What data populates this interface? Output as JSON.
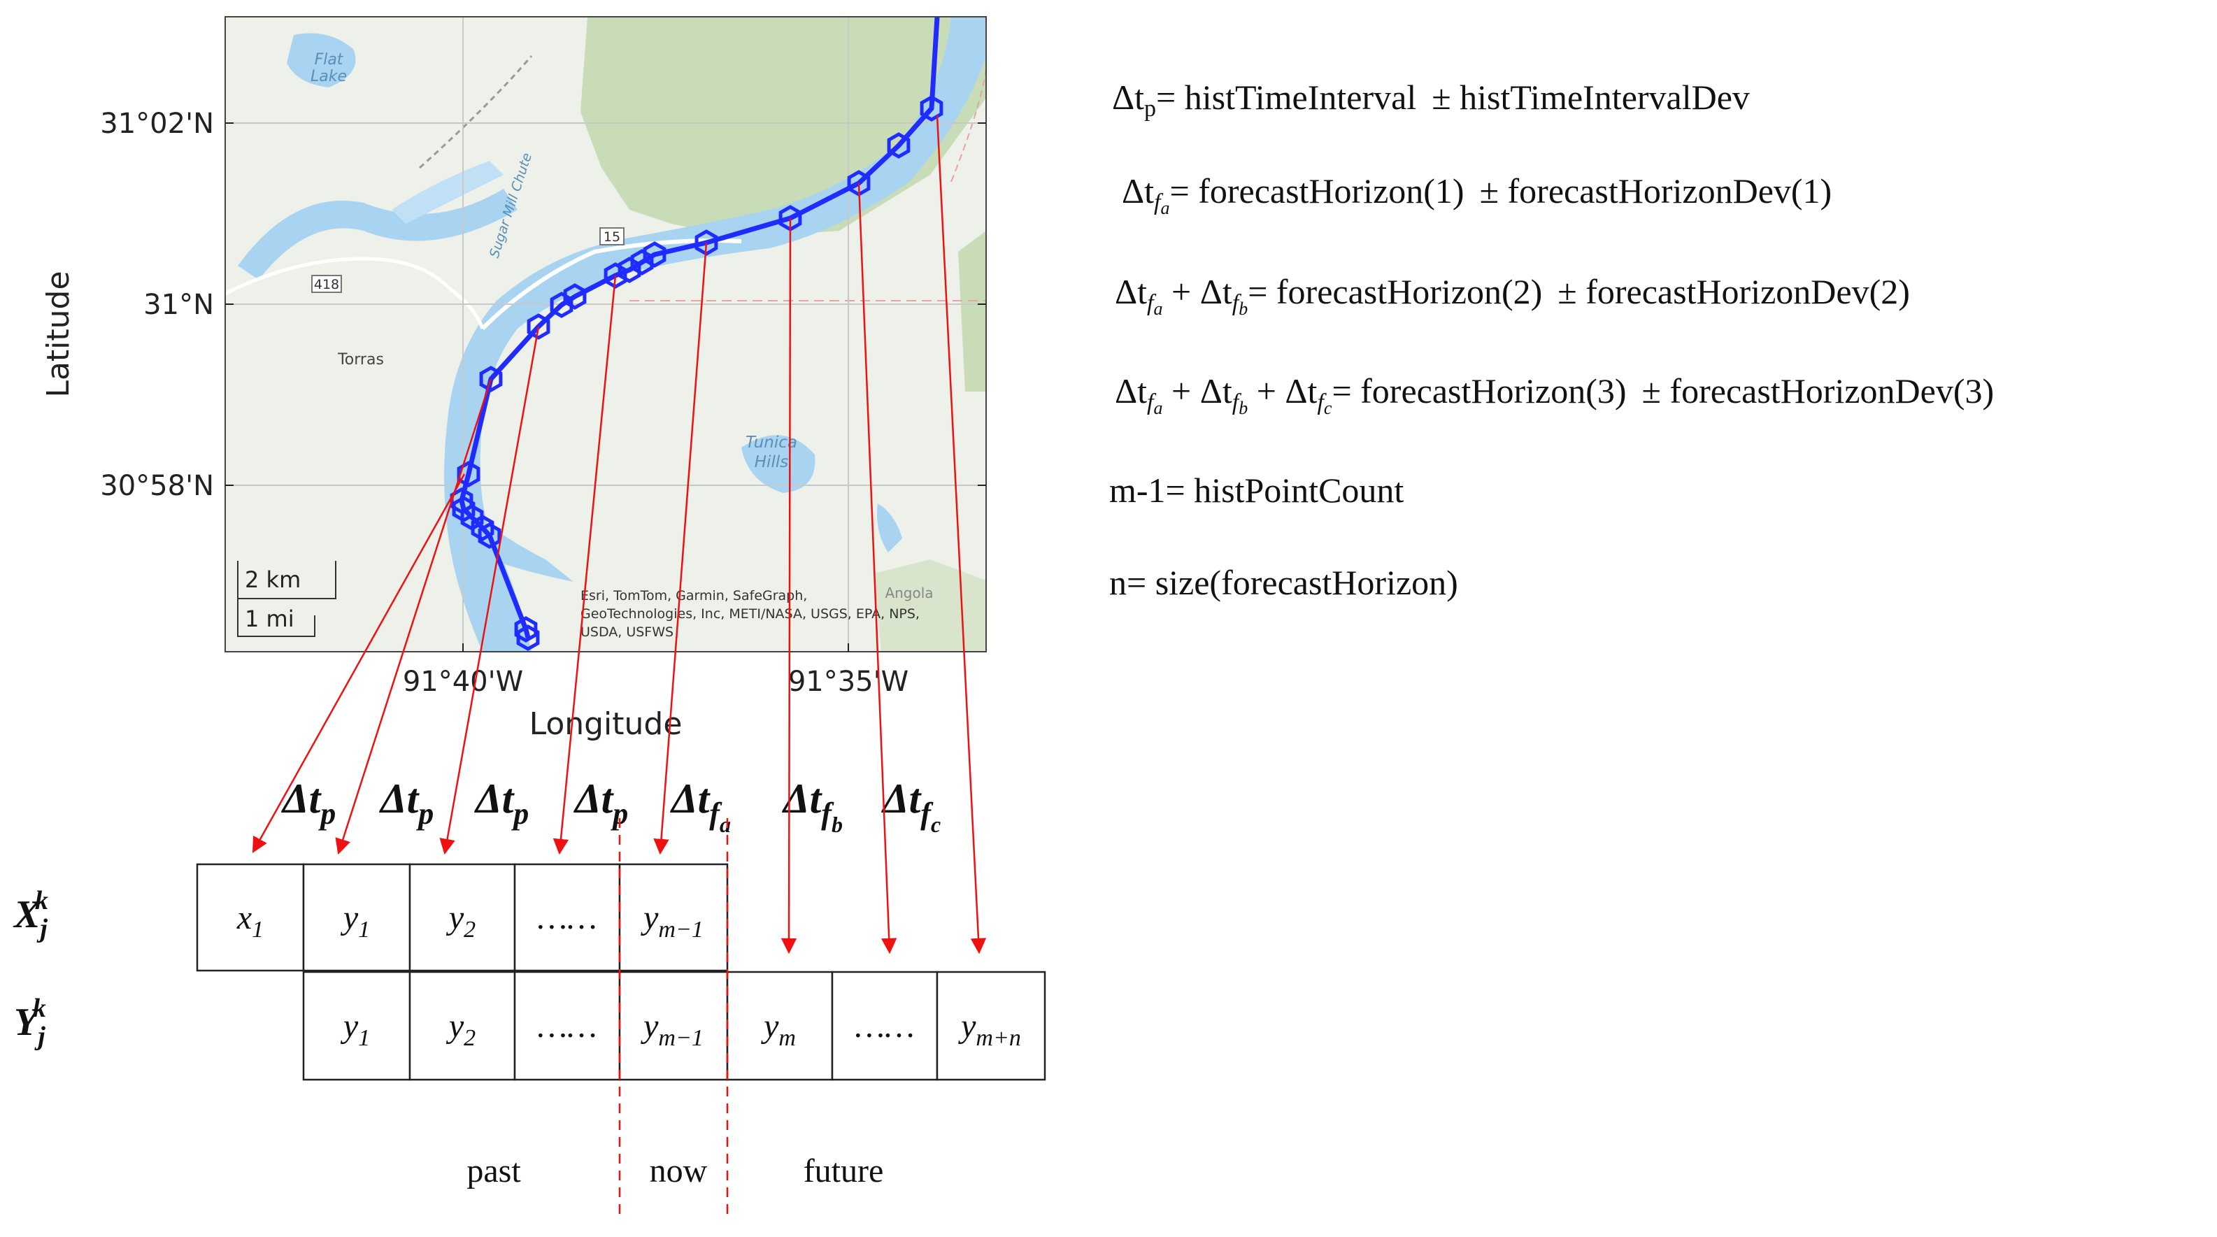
{
  "map": {
    "place_labels": {
      "flat_lake": [
        "Flat",
        "Lake"
      ],
      "sugar_mill_chute": "Sugar Mill Chute",
      "torras": "Torras",
      "tunica_hills": [
        "Tunica",
        "Hills"
      ],
      "angola": "Angola",
      "route_15": "15",
      "route_418": "418"
    },
    "lat_ticks": [
      "31°02'N",
      "31°N",
      "30°58'N"
    ],
    "lon_ticks": [
      "91°40'W",
      "91°35'W"
    ],
    "xlabel": "Longitude",
    "ylabel": "Latitude",
    "scalebar": [
      "2 km",
      "1 mi"
    ],
    "attribution": [
      "Esri, TomTom, Garmin, SafeGraph,",
      "GeoTechnologies, Inc, METI/NASA, USGS, EPA, NPS,",
      "USDA, USFWS"
    ],
    "colors": {
      "track": "#1f2bff",
      "water": "#a8d4f2",
      "land": "#eef0ea",
      "green": "#c9dcb8",
      "arrow": "#ee1111"
    }
  },
  "intervals": [
    "Δt",
    "Δt",
    "Δt",
    "Δt",
    "Δt",
    "Δt",
    "Δt"
  ],
  "interval_subs": [
    "p",
    "p",
    "p",
    "p",
    "f",
    "f",
    "f"
  ],
  "interval_subsubs": [
    "",
    "",
    "",
    "",
    "a",
    "b",
    "c"
  ],
  "row_labels": {
    "x": [
      "X",
      "j",
      "k"
    ],
    "y": [
      "Y",
      "j",
      "k"
    ]
  },
  "x_row": [
    [
      "x",
      "1"
    ],
    [
      "y",
      "1"
    ],
    [
      "y",
      "2"
    ],
    [
      "……",
      ""
    ],
    [
      "y",
      "m−1"
    ]
  ],
  "y_row": [
    [
      "y",
      "1"
    ],
    [
      "y",
      "2"
    ],
    [
      "……",
      ""
    ],
    [
      "y",
      "m−1"
    ],
    [
      "y",
      "m"
    ],
    [
      "……",
      ""
    ],
    [
      "y",
      "m+n"
    ]
  ],
  "phases": {
    "past": "past",
    "now": "now",
    "future": "future"
  },
  "equations": {
    "eq1": {
      "lhs": "Δt",
      "sub": "p",
      "rhs": "= histTimeInterval",
      "pm": "± histTimeIntervalDev"
    },
    "eq2": {
      "t1": "Δt",
      "s1": "f",
      "ss1": "a",
      "rhs": "= forecastHorizon(1)",
      "pm": "± forecastHorizonDev(1)"
    },
    "eq3": {
      "t1": "Δt",
      "s1": "f",
      "ss1": "a",
      "plus1": " + Δt",
      "s2": "f",
      "ss2": "b",
      "rhs": "= forecastHorizon(2)",
      "pm": "± forecastHorizonDev(2)"
    },
    "eq4": {
      "t1": "Δt",
      "s1": "f",
      "ss1": "a",
      "plus1": " + Δt",
      "s2": "f",
      "ss2": "b",
      "plus2": " + Δt",
      "s3": "f",
      "ss3": "c",
      "rhs": "= forecastHorizon(3)",
      "pm": "± forecastHorizonDev(3)"
    },
    "eq5": "m-1= histPointCount",
    "eq6": "n= size(forecastHorizon)"
  }
}
